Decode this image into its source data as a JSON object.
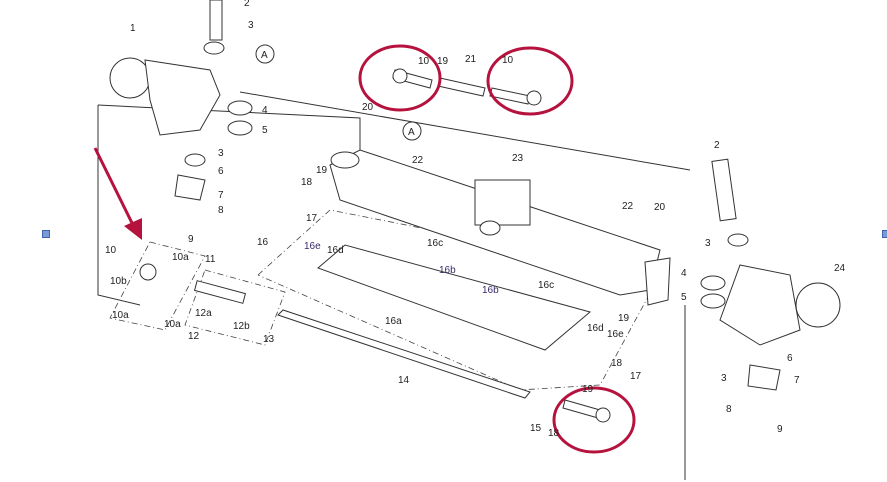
{
  "colors": {
    "highlight": "#b5123d",
    "arrow": "#b5123d",
    "handle": "#7a9ad6"
  },
  "callouts": [
    {
      "text": "1"
    },
    {
      "text": "2"
    },
    {
      "text": "3"
    },
    {
      "text": "A"
    },
    {
      "text": "4"
    },
    {
      "text": "5"
    },
    {
      "text": "3"
    },
    {
      "text": "6"
    },
    {
      "text": "7"
    },
    {
      "text": "8"
    },
    {
      "text": "9"
    },
    {
      "text": "10"
    },
    {
      "text": "10a"
    },
    {
      "text": "11"
    },
    {
      "text": "10b"
    },
    {
      "text": "10a"
    },
    {
      "text": "10a"
    },
    {
      "text": "12a"
    },
    {
      "text": "12b"
    },
    {
      "text": "12"
    },
    {
      "text": "13"
    },
    {
      "text": "16"
    },
    {
      "text": "16a"
    },
    {
      "text": "14"
    },
    {
      "text": "15"
    },
    {
      "text": "16b"
    },
    {
      "text": "16c"
    },
    {
      "text": "16d"
    },
    {
      "text": "16e"
    },
    {
      "text": "19"
    },
    {
      "text": "18"
    },
    {
      "text": "17"
    },
    {
      "text": "19"
    },
    {
      "text": "18"
    },
    {
      "text": "10"
    },
    {
      "text": "19"
    },
    {
      "text": "21"
    },
    {
      "text": "10"
    },
    {
      "text": "20"
    },
    {
      "text": "A"
    },
    {
      "text": "22"
    },
    {
      "text": "23"
    },
    {
      "text": "19"
    },
    {
      "text": "18"
    },
    {
      "text": "17"
    },
    {
      "text": "16e"
    },
    {
      "text": "16d"
    },
    {
      "text": "16c"
    },
    {
      "text": "16b"
    },
    {
      "text": "22"
    },
    {
      "text": "20"
    },
    {
      "text": "2"
    },
    {
      "text": "3"
    },
    {
      "text": "24"
    },
    {
      "text": "4"
    },
    {
      "text": "5"
    },
    {
      "text": "6"
    },
    {
      "text": "3"
    },
    {
      "text": "7"
    },
    {
      "text": "8"
    },
    {
      "text": "9"
    }
  ]
}
